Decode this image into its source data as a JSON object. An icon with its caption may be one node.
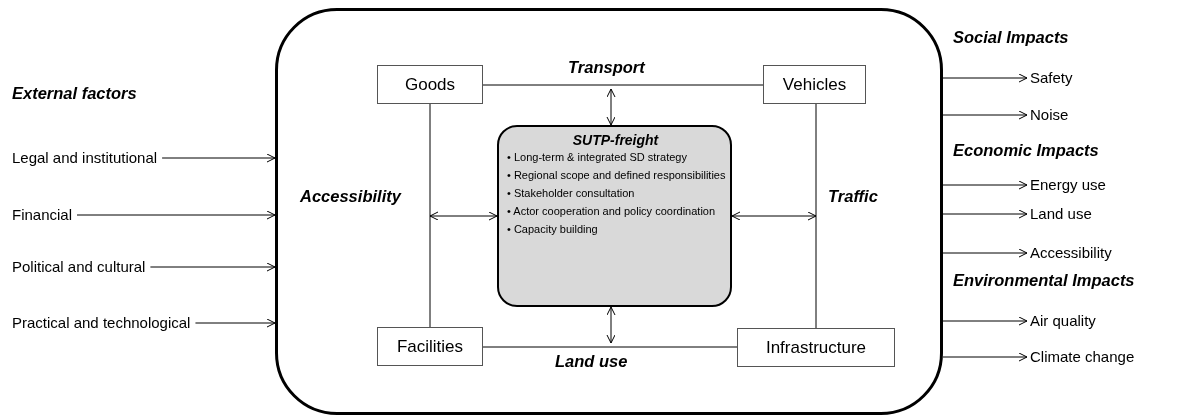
{
  "diagram": {
    "nodes": [
      {
        "text": [],
        "shape": "box"
      },
      {
        "text": [
          "Goods"
        ],
        "in": 0
      },
      {
        "text": [
          "Vehicles"
        ],
        "in": 0
      },
      {
        "text": [
          "Facilities"
        ],
        "in": 0
      },
      {
        "text": [
          "Infrastructure"
        ],
        "in": 0
      },
      {
        "text": [
          "SUTP-freight",
          "• Long-term & integrated SD strategy",
          "• Regional scope and defined responsibilities",
          "• Stakeholder consultation",
          "• Actor cooperation and policy coordination",
          "• Capacity building"
        ],
        "in": 0
      },
      {
        "text": [
          "Legal and institutional"
        ]
      },
      {
        "text": [
          "Financial"
        ]
      },
      {
        "text": [
          "Political and cultural"
        ]
      },
      {
        "text": [
          "Practical and technological"
        ]
      },
      {
        "text": [
          "Safety"
        ]
      },
      {
        "text": [
          "Noise"
        ]
      },
      {
        "text": [
          "Energy use"
        ]
      },
      {
        "text": [
          "Land use"
        ]
      },
      {
        "text": [
          "Accessibility"
        ]
      },
      {
        "text": [
          "Air quality"
        ]
      },
      {
        "text": [
          "Climate change"
        ]
      }
    ],
    "edges": [
      {
        "from": 1,
        "to": 2,
        "arrow": "none",
        "label": "Transport"
      },
      {
        "from": 1,
        "to": 3,
        "arrow": "none",
        "label": "Accessibility"
      },
      {
        "from": 2,
        "to": 4,
        "arrow": "none",
        "label": "Traffic"
      },
      {
        "from": 3,
        "to": 4,
        "arrow": "none",
        "label": "Land use"
      },
      {
        "from": null,
        "to": 5,
        "arrow": "both"
      },
      {
        "from": null,
        "to": 5,
        "arrow": "both"
      },
      {
        "from": null,
        "to": 5,
        "arrow": "both"
      },
      {
        "from": null,
        "to": 5,
        "arrow": "both"
      },
      {
        "from": 6,
        "to": 0,
        "arrow": "to"
      },
      {
        "from": 7,
        "to": 0,
        "arrow": "to"
      },
      {
        "from": 8,
        "to": 0,
        "arrow": "to"
      },
      {
        "from": 9,
        "to": 0,
        "arrow": "to"
      },
      {
        "from": 0,
        "to": 10,
        "arrow": "to"
      },
      {
        "from": 0,
        "to": 11,
        "arrow": "to"
      },
      {
        "from": 0,
        "to": 12,
        "arrow": "to"
      },
      {
        "from": 0,
        "to": 13,
        "arrow": "to"
      },
      {
        "from": 0,
        "to": 14,
        "arrow": "to"
      },
      {
        "from": 0,
        "to": 15,
        "arrow": "to"
      },
      {
        "from": 0,
        "to": 16,
        "arrow": "to"
      }
    ],
    "labels": [
      "External factors",
      "Social Impacts",
      "Economic Impacts",
      "Environmental Impacts"
    ]
  }
}
